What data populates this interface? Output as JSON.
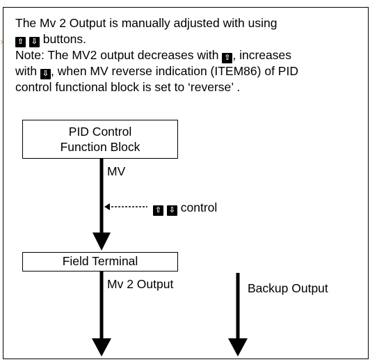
{
  "description": {
    "line1": "The Mv 2 Output is manually adjusted with using",
    "line2_suffix": "buttons.",
    "note_part1": "Note: The MV2 output decreases with",
    "note_part2": ", increases",
    "note_part3": "with",
    "note_part4": ", when MV reverse indication (ITEM86) of PID",
    "note_part5": "control functional block is set to ‘reverse’ ."
  },
  "icons": {
    "up": "up-arrow-key-icon",
    "down": "down-arrow-key-icon"
  },
  "diagram": {
    "pid_block_line1": "PID Control",
    "pid_block_line2": "Function Block",
    "mv_label": "MV",
    "control_label": "control",
    "field_terminal": "Field Terminal",
    "mv2_output": "Mv 2 Output",
    "backup_output": "Backup Output"
  },
  "colors": {
    "line": "#000000",
    "margin_mark": "#e8a33c"
  }
}
